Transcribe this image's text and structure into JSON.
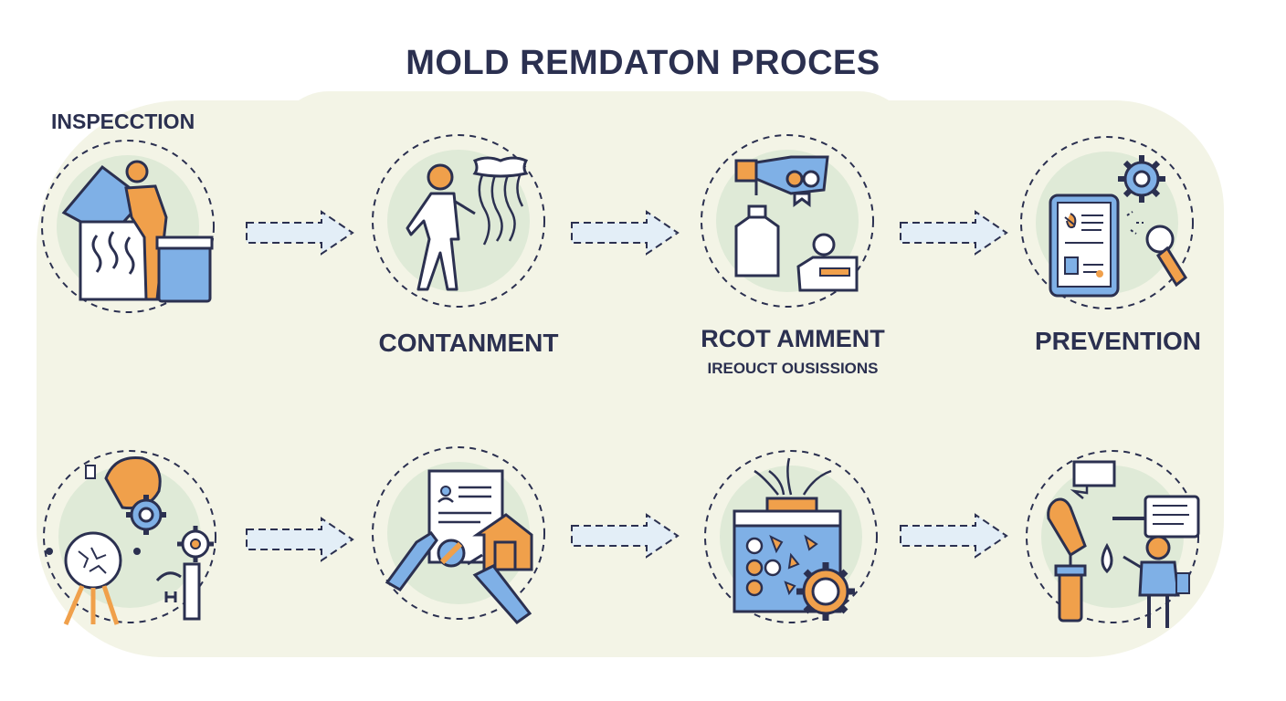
{
  "title": "MOLD REMDATON PROCES",
  "labels": {
    "inspection": "INSPECCTION",
    "containment": "CONTANMENT",
    "removal": "RCOT AMMENT",
    "removal_sub": "IREOUCT OUSISSIONS",
    "prevention": "PREVENTION"
  },
  "colors": {
    "navy": "#2b3050",
    "orange": "#f0a04b",
    "blue": "#7fb0e6",
    "light_blue": "#e3eef7",
    "green_circle": "#dfead7",
    "background_blob": "#f3f4e6"
  },
  "icons": {
    "stage1": "worker-inspecting-roof-icon",
    "stage2": "person-with-containment-sheet-icon",
    "stage3": "spray-equipment-icon",
    "stage4": "report-tablet-with-magnifier-icon",
    "stage5": "moisture-meter-and-gears-icon",
    "stage6": "document-and-house-icon",
    "stage7": "air-scrubber-machine-icon",
    "stage8": "technician-with-water-drop-icon"
  }
}
